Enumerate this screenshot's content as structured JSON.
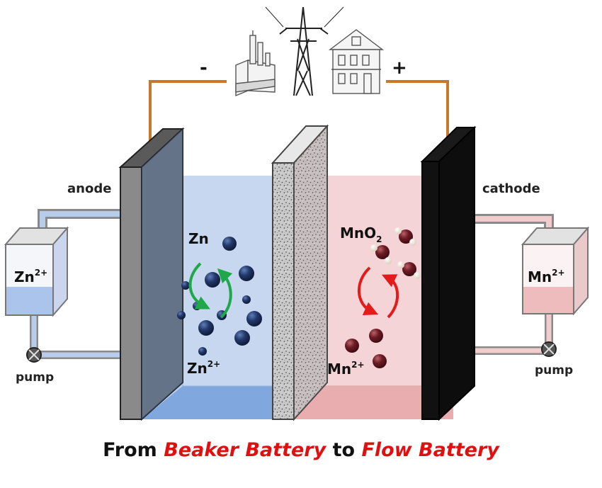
{
  "labels": {
    "minus": "-",
    "plus": "+",
    "anode": "anode",
    "cathode": "cathode",
    "zn": "Zn",
    "zn2_left": "Zn",
    "zn2_left_sup": "2+",
    "zn2_tank": "Zn",
    "zn2_tank_sup": "2+",
    "mno2": "MnO",
    "mno2_sub": "2",
    "mn2_center": "Mn",
    "mn2_center_sup": "2+",
    "mn2_tank": "Mn",
    "mn2_tank_sup": "2+",
    "pump_left": "pump",
    "pump_right": "pump"
  },
  "icons": [
    "factory-icon",
    "power-tower-icon",
    "house-icon"
  ],
  "caption": {
    "prefix": "From ",
    "beaker": "Beaker Battery",
    "middle": " to ",
    "flow": "Flow Battery"
  },
  "colors": {
    "wire": "#c8782a",
    "anolyte": "#8fb4e8",
    "catholyte": "#efb8bb",
    "zn_particle": "#1c2e55",
    "mn_particle": "#6b1a22",
    "cycle_green": "#1fa84a",
    "cycle_red": "#e41b1b",
    "accent_text": "#e01010"
  }
}
